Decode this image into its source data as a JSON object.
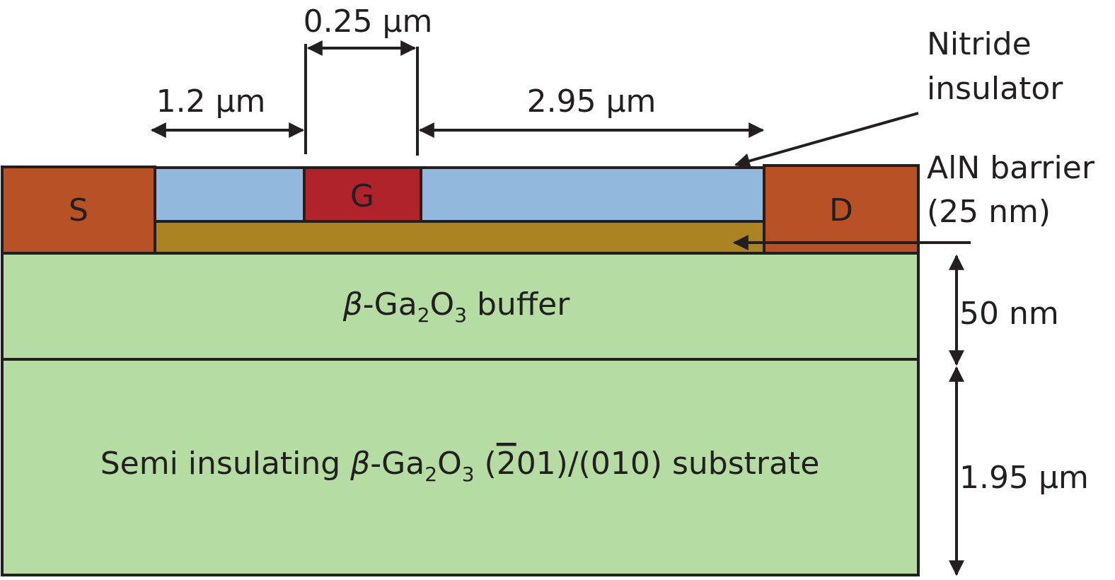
{
  "colors": {
    "contact": "#b85126",
    "gate": "#b1232b",
    "nitride": "#93b8dd",
    "aln": "#ac8322",
    "gallium_oxide": "#b4dca3",
    "stroke": "#231f20"
  },
  "electrodes": {
    "source": "S",
    "gate": "G",
    "drain": "D"
  },
  "dimensions": {
    "gate_length": "0.25 µm",
    "source_gate": "1.2 µm",
    "gate_drain": "2.95 µm",
    "buffer_thickness": "50 nm",
    "substrate_thickness": "1.95 µm"
  },
  "annotations": {
    "nitride_line1": "Nitride",
    "nitride_line2": "insulator",
    "aln_line1": "AlN barrier",
    "aln_line2": "(25 nm)"
  },
  "layers": {
    "buffer": {
      "beta": "β",
      "formula_a": "-Ga",
      "sub1": "2",
      "formula_b": "O",
      "sub2": "3",
      "suffix": " buffer"
    },
    "substrate": {
      "prefix": "Semi insulating ",
      "beta": "β",
      "formula_a": "-Ga",
      "sub1": "2",
      "formula_b": "O",
      "sub2": "3",
      "paren_open": " (",
      "bar_digit": "2",
      "orientation_rest": "01)/(010) substrate"
    }
  }
}
